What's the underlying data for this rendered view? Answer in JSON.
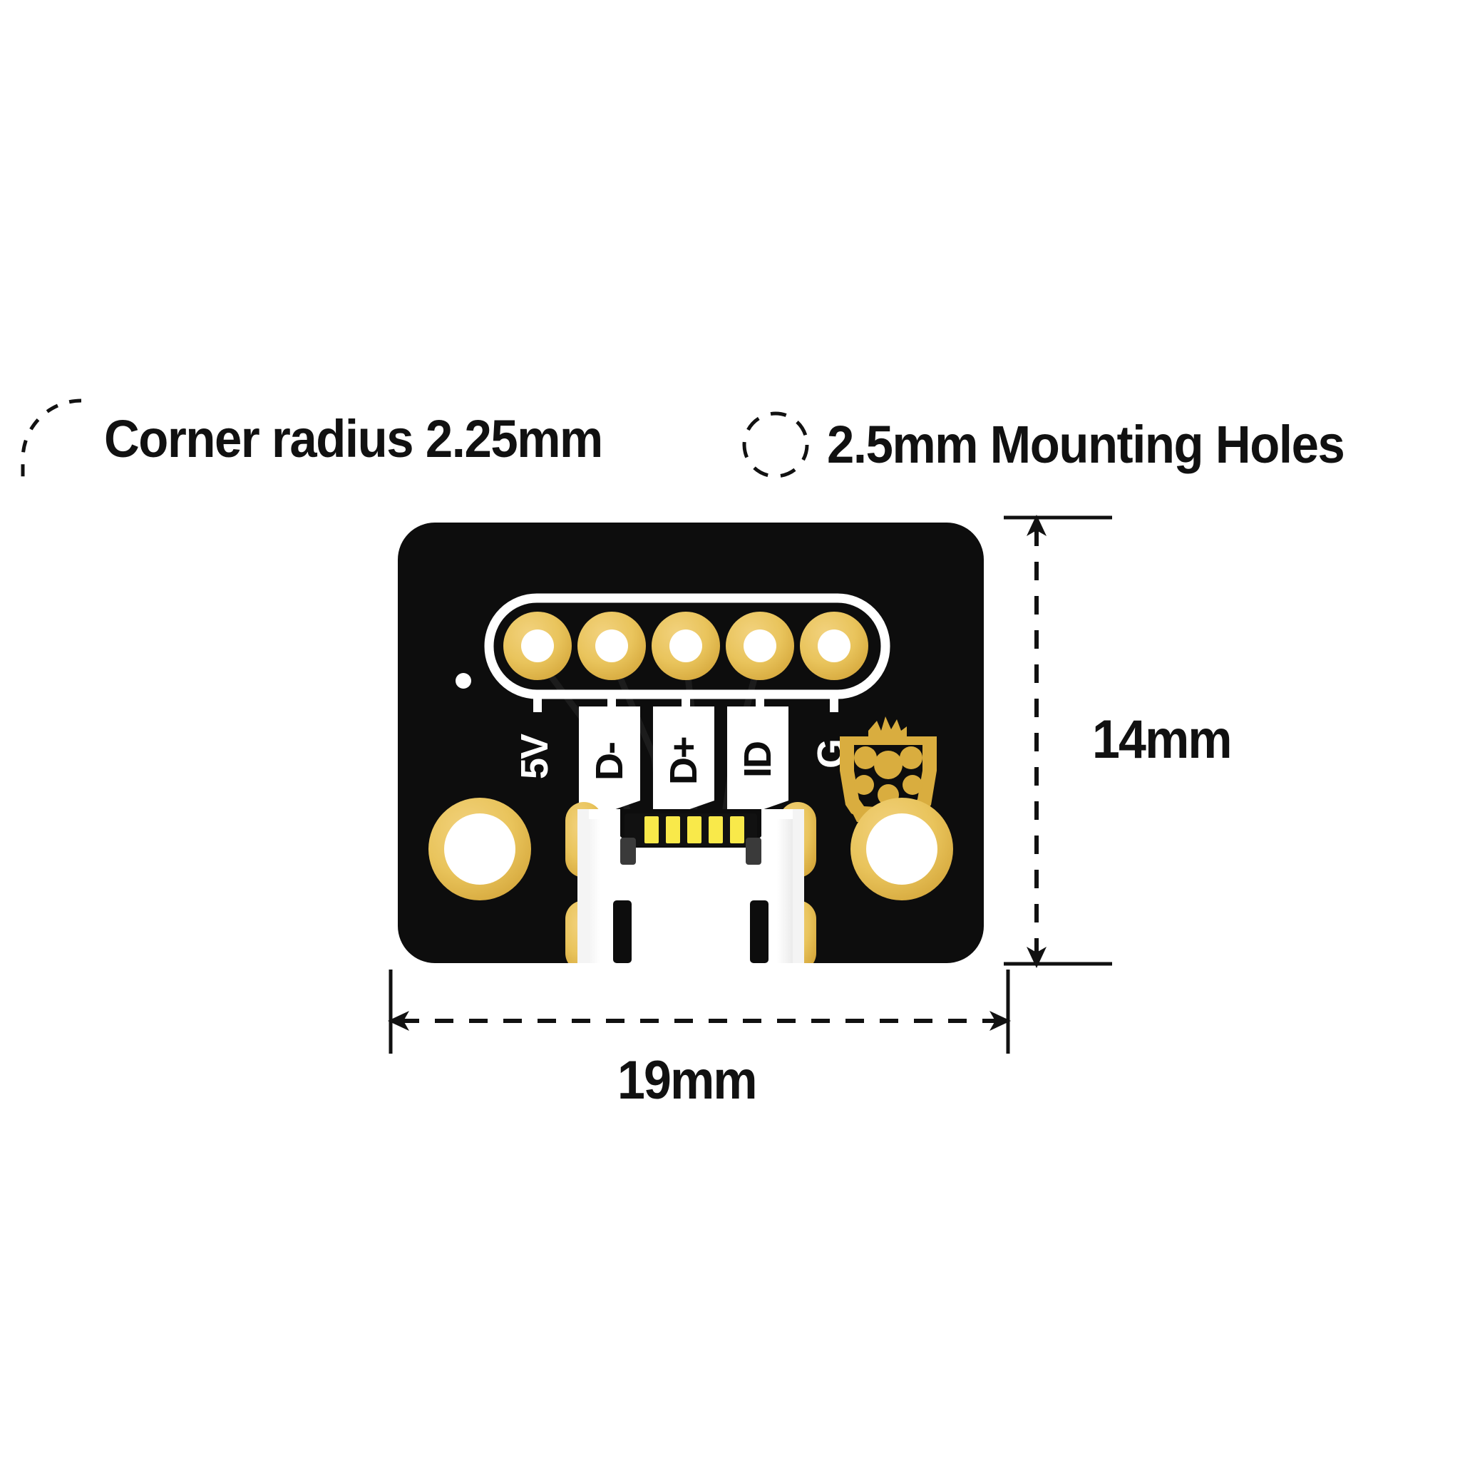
{
  "legend": {
    "corner_radius": {
      "label": "Corner radius 2.25mm",
      "glyph": "dashed-corner-arc-icon"
    },
    "mounting_holes": {
      "label": "2.5mm Mounting Holes",
      "glyph": "dashed-circle-icon"
    }
  },
  "board": {
    "name": "micro-usb-breakout-pcb",
    "silkscreen_color": "#ffffff",
    "soldermask_color": "#0d0d0d",
    "pad_gold_color": "#e9c45c",
    "connector_color": "#fdfdfd",
    "contact_color": "#f9e94a",
    "logo": "pimoroni-pomegranate-logo",
    "header": {
      "pin_count": 5,
      "pins": [
        {
          "label": "5V",
          "on_flag": false
        },
        {
          "label": "D-",
          "on_flag": true
        },
        {
          "label": "D+",
          "on_flag": true
        },
        {
          "label": "ID",
          "on_flag": true
        },
        {
          "label": "G",
          "on_flag": false
        }
      ]
    },
    "usb_connector": {
      "type": "micro-usb-b",
      "contact_count": 5
    },
    "mounting_holes": 2,
    "fiducial_dot": true
  },
  "dimensions": {
    "height": {
      "label": "14mm",
      "orientation": "vertical"
    },
    "width": {
      "label": "19mm",
      "orientation": "horizontal"
    }
  },
  "colors": {
    "background": "#ffffff",
    "text": "#111111",
    "gold": "#e9c45c",
    "gold_deep": "#d9ad3f",
    "board_black": "#0d0d0d",
    "silk_white": "#ffffff",
    "contact_yellow": "#f9e94a"
  }
}
